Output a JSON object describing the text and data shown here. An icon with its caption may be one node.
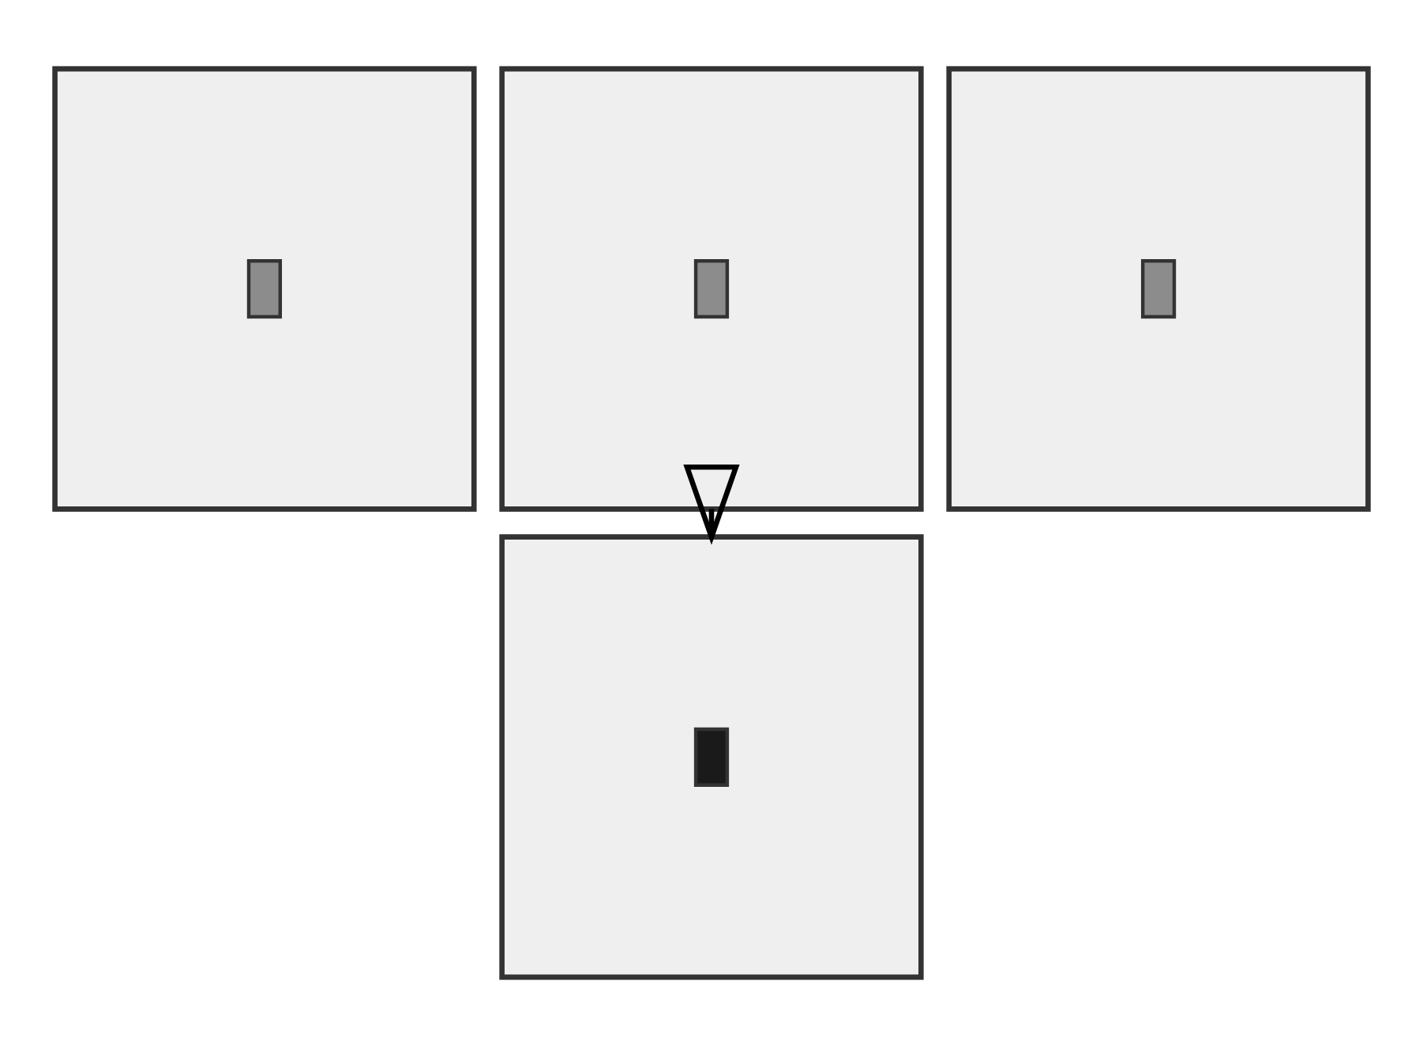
{
  "diagram": {
    "nodes": [
      {
        "text": [],
        "shape": "box"
      },
      {
        "text": [],
        "shape": "bar",
        "in": 0
      },
      {
        "text": [],
        "shape": "box"
      },
      {
        "text": [],
        "shape": "bar",
        "in": 2
      },
      {
        "text": [],
        "shape": "box"
      },
      {
        "text": [],
        "shape": "bar",
        "in": 4
      },
      {
        "text": [],
        "shape": "box"
      },
      {
        "text": [],
        "shape": "bar",
        "in": 6
      }
    ],
    "edges": [
      {
        "from": 2,
        "to": 6,
        "arrow": "to"
      }
    ]
  }
}
